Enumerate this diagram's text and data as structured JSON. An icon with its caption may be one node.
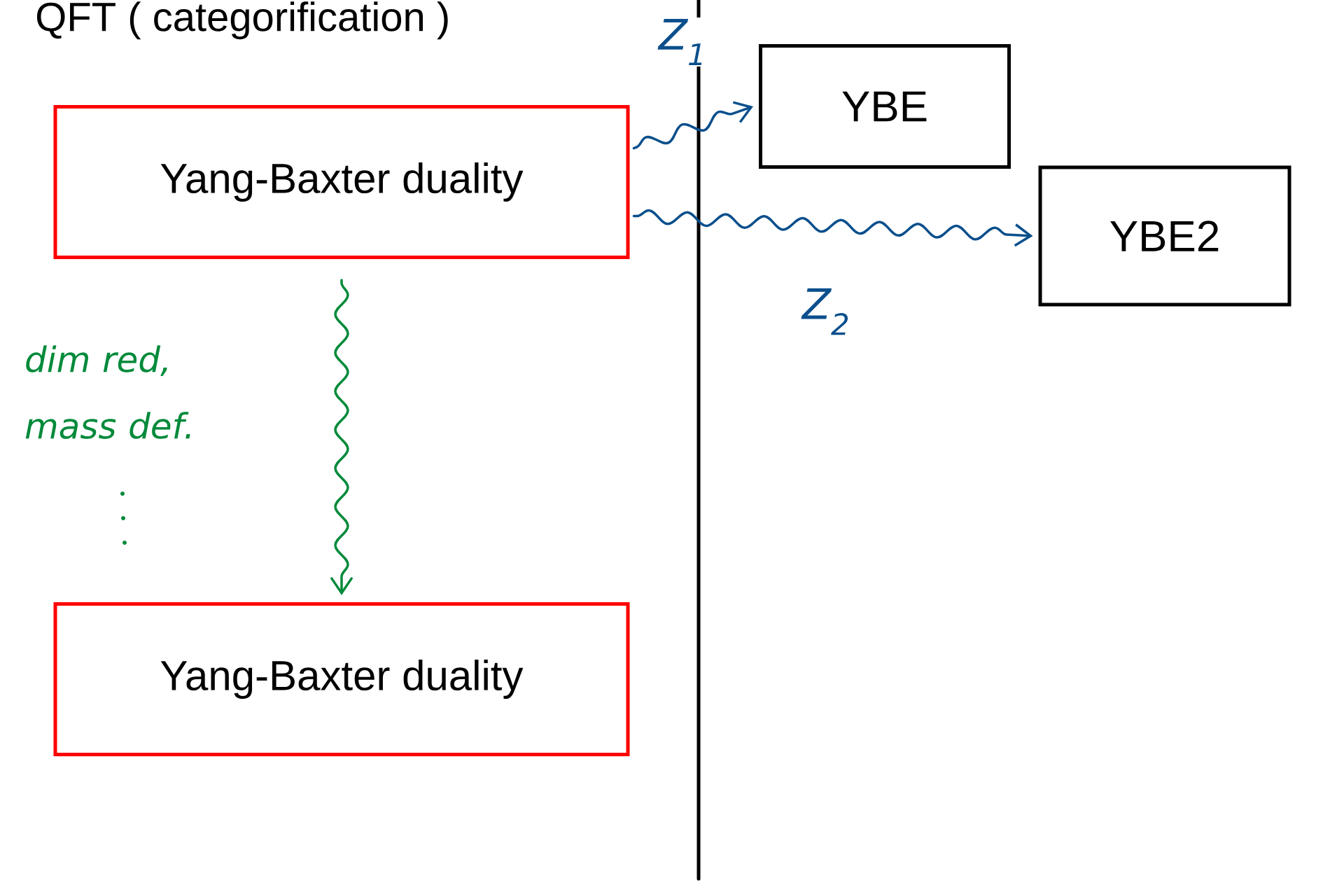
{
  "diagram": {
    "title": "QFT ( categorification )",
    "nodes": [
      {
        "text": [
          "Yang-Baxter duality"
        ]
      },
      {
        "text": [
          "Yang-Baxter duality"
        ]
      },
      {
        "text": [
          "YBE"
        ]
      },
      {
        "text": [
          "YBE2"
        ]
      }
    ],
    "edges": [
      {
        "from": 0,
        "to": 2,
        "arrow": "to",
        "label": "Z$_{1}$"
      },
      {
        "from": 0,
        "to": 3,
        "arrow": "to",
        "label": "Z$_{2}$"
      },
      {
        "from": 0,
        "to": 1,
        "arrow": "to",
        "label": "dim red, mass def.",
        "color": "#008a3a"
      }
    ]
  }
}
